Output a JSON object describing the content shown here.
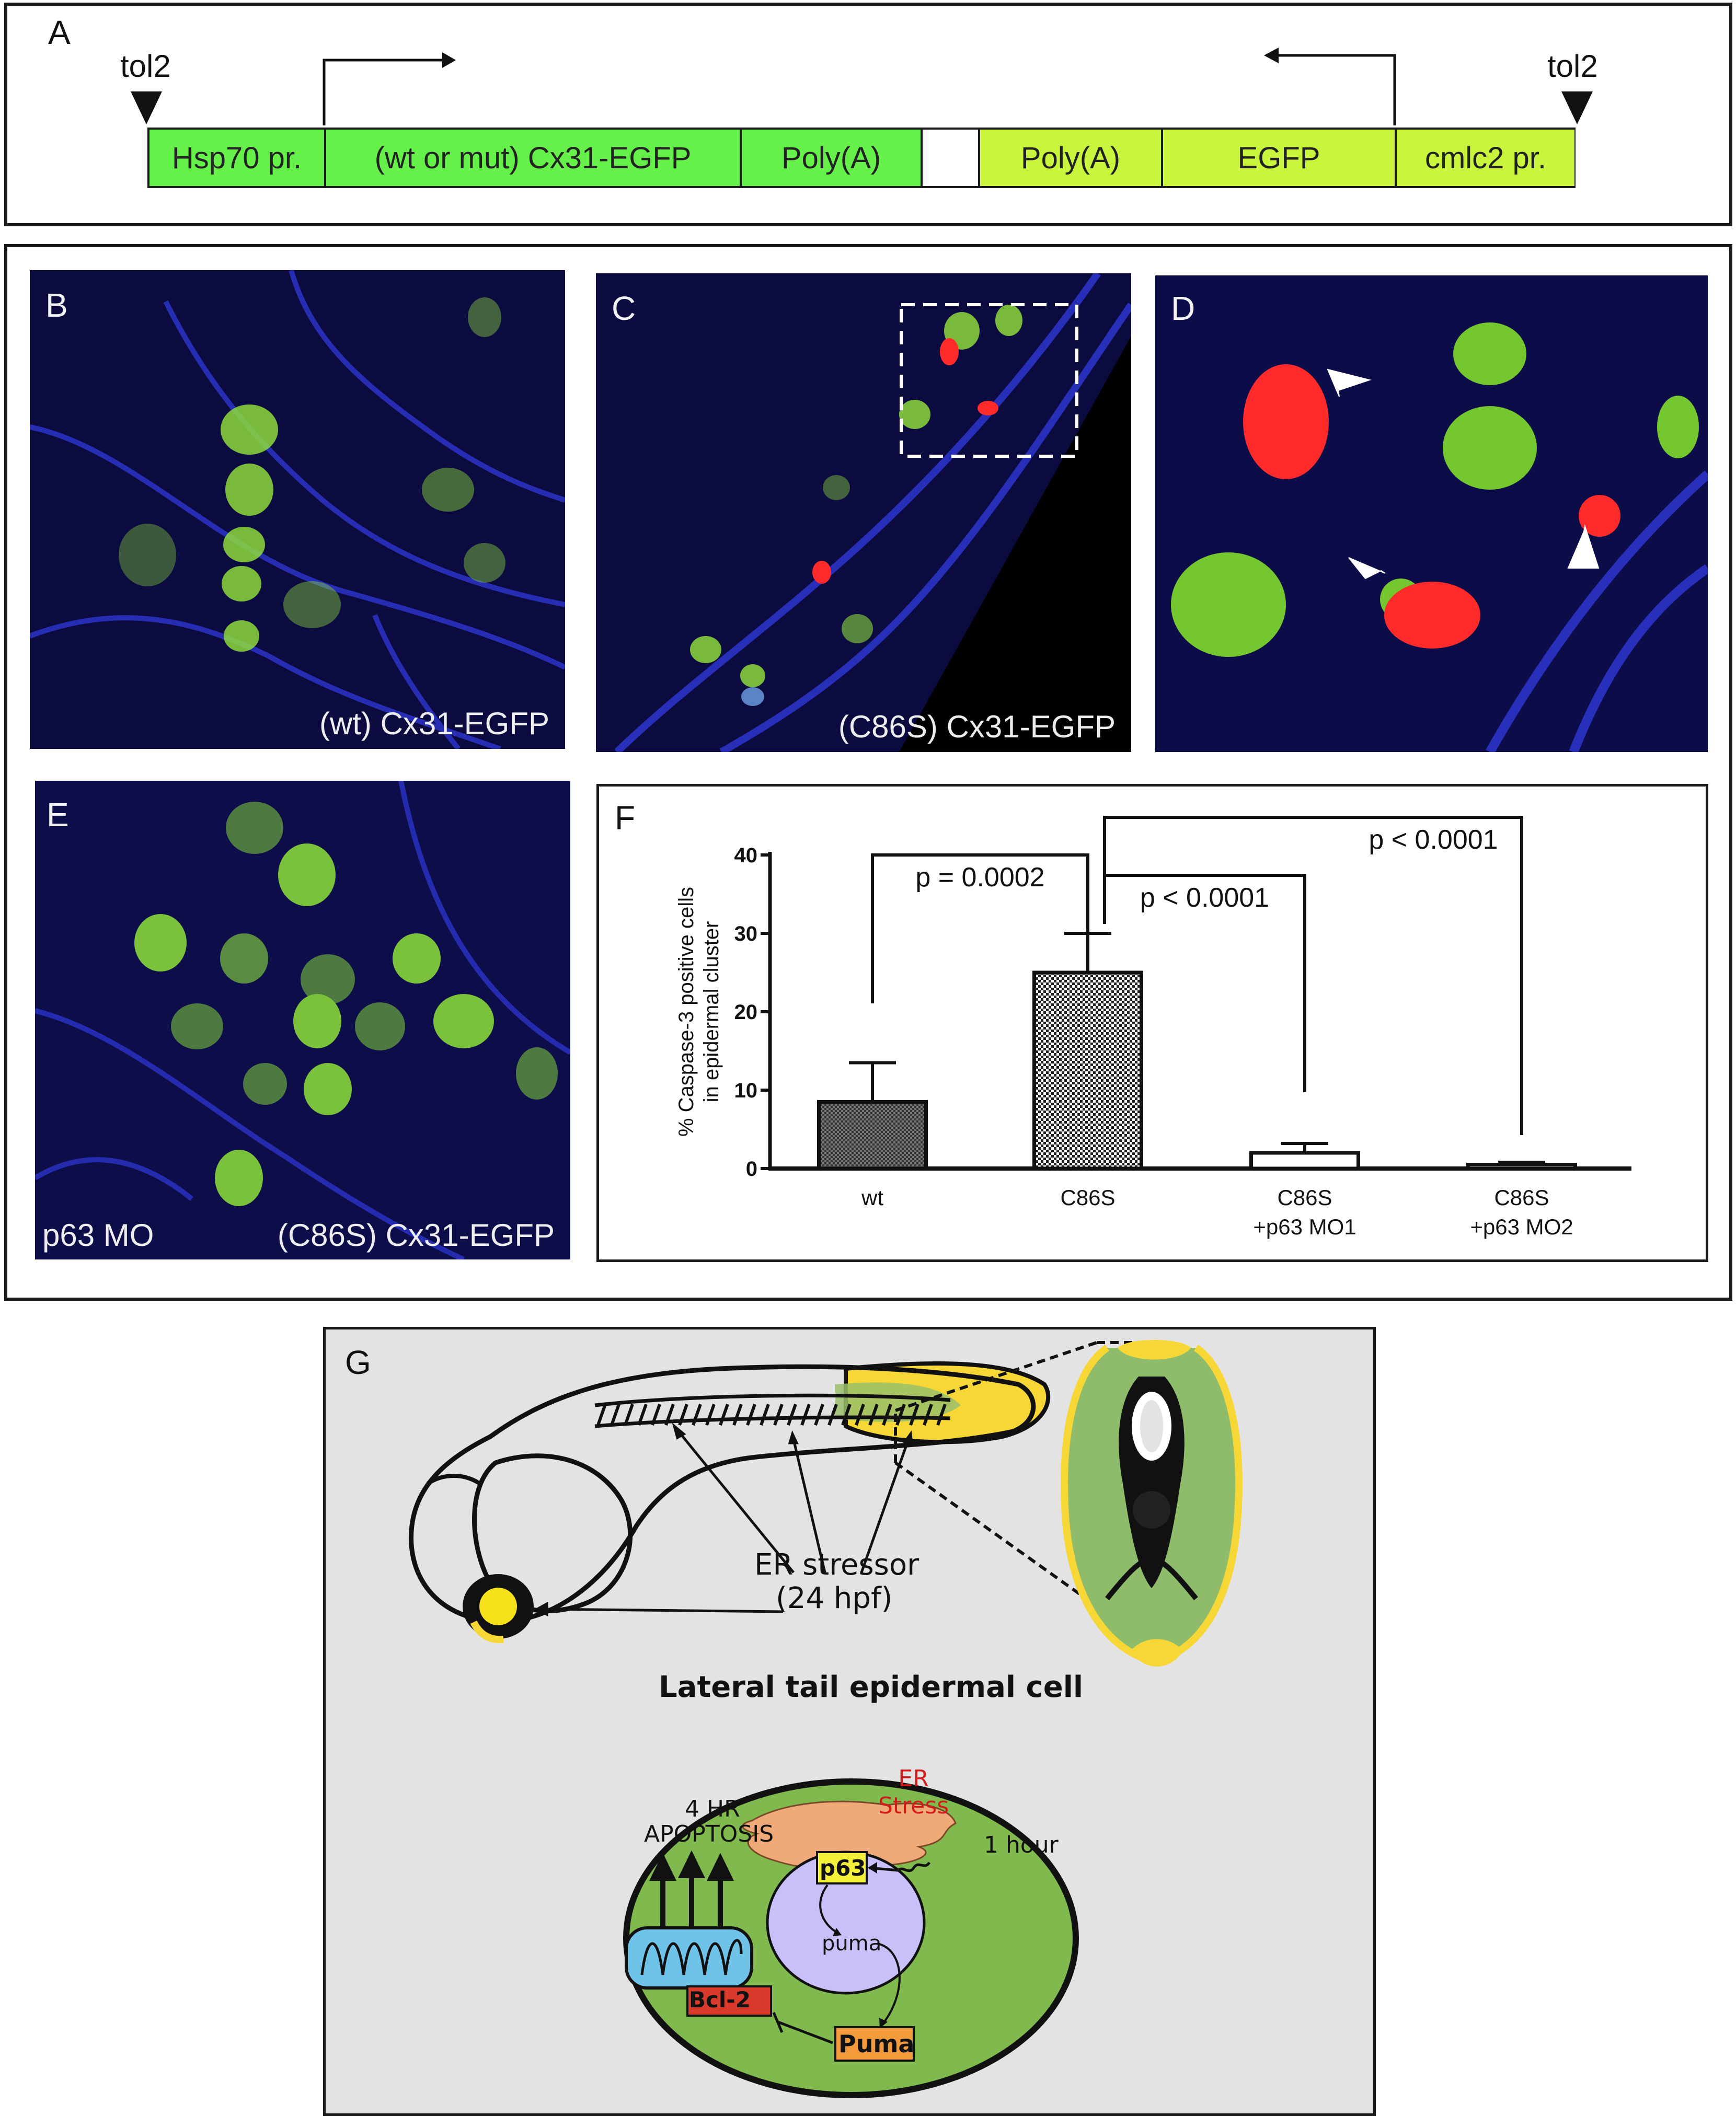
{
  "panels": {
    "a": {
      "letter": "A"
    },
    "b": {
      "letter": "B",
      "caption": "(wt) Cx31-EGFP"
    },
    "c": {
      "letter": "C",
      "caption": "(C86S) Cx31-EGFP"
    },
    "d": {
      "letter": "D"
    },
    "e": {
      "letter": "E",
      "caption_left": "p63 MO",
      "caption_right": "(C86S) Cx31-EGFP"
    },
    "f": {
      "letter": "F"
    },
    "g": {
      "letter": "G"
    }
  },
  "construct": {
    "tol2_left": "tol2",
    "tol2_right": "tol2",
    "segments": [
      {
        "label": "Hsp70 pr.",
        "color": "#66f04a"
      },
      {
        "label": "(wt or mut) Cx31-EGFP",
        "color": "#66f04a"
      },
      {
        "label": "Poly(A)",
        "color": "#66f04a"
      },
      {
        "label": "",
        "color": "#ffffff"
      },
      {
        "label": "Poly(A)",
        "color": "#c9f53c"
      },
      {
        "label": "EGFP",
        "color": "#c9f53c"
      },
      {
        "label": "cmlc2 pr.",
        "color": "#c9f53c"
      }
    ]
  },
  "chart_data": {
    "type": "bar",
    "categories": [
      "wt",
      "C86S",
      "C86S\n+p63 MO1",
      "C86S\n+p63 MO2"
    ],
    "values": [
      8.5,
      25,
      2,
      0.5
    ],
    "errors": [
      5,
      5,
      1.2,
      0.3
    ],
    "ylabel": "% Caspase-3 positive cells\nin epidermal cluster",
    "ylim": [
      0,
      40
    ],
    "yticks": [
      0,
      10,
      20,
      30,
      40
    ],
    "grid": false,
    "comparisons": [
      {
        "from": 0,
        "to": 1,
        "label": "p = 0.0002"
      },
      {
        "from": 1,
        "to": 2,
        "label": "p < 0.0001"
      },
      {
        "from": 1,
        "to": 3,
        "label": "p < 0.0001"
      }
    ]
  },
  "cartoon": {
    "er_stressor": "ER stressor",
    "er_stressor_time": "(24 hpf)",
    "cell_title": "Lateral tail epidermal cell",
    "er_stress": "ER\nStress",
    "apoptosis_time": "4 HR",
    "apoptosis": "APOPTOSIS",
    "one_hour": "1 hour",
    "p63": "p63",
    "puma_mrna": "puma",
    "bcl2": "Bcl-2",
    "puma_protein": "Puma",
    "colors": {
      "background": "#e3e3e3",
      "epidermis_yellow": "#f7d736",
      "fin_green": "#8fbc6a",
      "cell_green": "#80b94e",
      "nucleus": "#c8c0f8",
      "er": "#f0a978",
      "mito": "#6fc2e8",
      "bcl2": "#d93a2b",
      "puma": "#f39a3a",
      "p63": "#f5f03a"
    }
  }
}
